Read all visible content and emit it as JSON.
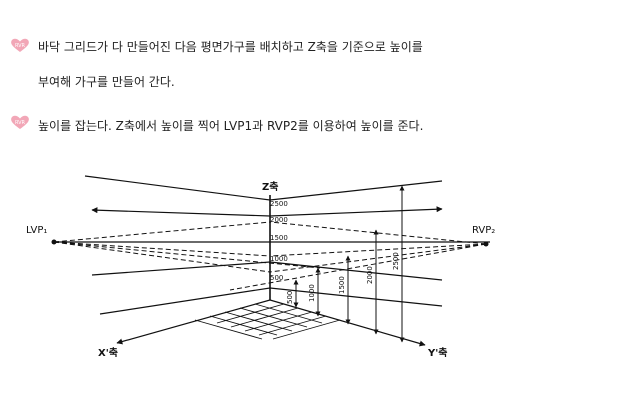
{
  "paragraphs": [
    {
      "bullet_icon": "heart-bullet-icon",
      "bullet_text": "RVR",
      "lines": [
        "바닥 그리드가 다 만들어진 다음 평면가구를 배치하고 Z축을 기준으로 높이를",
        "부여해 가구를 만들어 간다."
      ]
    },
    {
      "bullet_icon": "heart-bullet-icon",
      "bullet_text": "RVR",
      "lines": [
        "높이를 잡는다. Z축에서 높이를 찍어 LVP1과 RVP2를 이용하여 높이를 준다."
      ]
    }
  ],
  "diagram": {
    "z_axis_label": "Z축",
    "x_axis_label": "X'축",
    "y_axis_label": "Y'축",
    "left_vp_label": "LVP₁",
    "right_vp_label": "RVP₂",
    "z_scale_labels": [
      "2500",
      "2000",
      "1500",
      "1000",
      "500"
    ],
    "height_marker_labels": [
      "500",
      "1000",
      "1500",
      "2000",
      "2500"
    ]
  },
  "colors": {
    "bullet_fill": "#f2a7b7",
    "bullet_text": "#ffffff",
    "line": "#111111"
  }
}
